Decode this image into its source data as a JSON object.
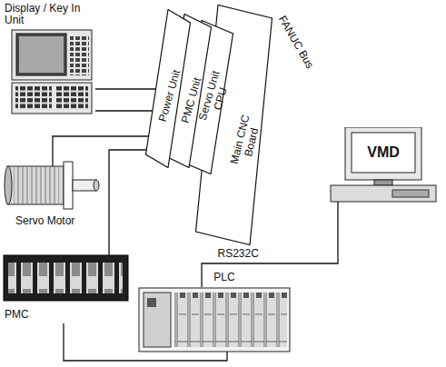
{
  "diagram": {
    "nodes": [
      {
        "text": [
          "Display / Key In Unit"
        ]
      },
      {
        "text": [
          "Power Unit"
        ]
      },
      {
        "text": [
          "PMC Unit"
        ]
      },
      {
        "text": [
          "Servo Unit CPU"
        ]
      },
      {
        "text": [
          "Main CNC Board"
        ]
      },
      {
        "text": [
          "Servo Motor"
        ]
      },
      {
        "text": [
          "PMC"
        ]
      },
      {
        "text": [
          "PLC"
        ]
      },
      {
        "text": [
          "VMD"
        ]
      }
    ],
    "edges": [
      {
        "from": 0,
        "to": 1,
        "arrow": "none"
      },
      {
        "from": 0,
        "to": 2,
        "arrow": "none"
      },
      {
        "from": 5,
        "to": 3,
        "arrow": "none"
      },
      {
        "from": 6,
        "to": 2,
        "arrow": "none"
      },
      {
        "from": 6,
        "to": 7,
        "arrow": "none"
      },
      {
        "from": 7,
        "to": 8,
        "label": "RS232C",
        "arrow": "none"
      }
    ],
    "labels": [
      "FANUC Bus"
    ]
  }
}
